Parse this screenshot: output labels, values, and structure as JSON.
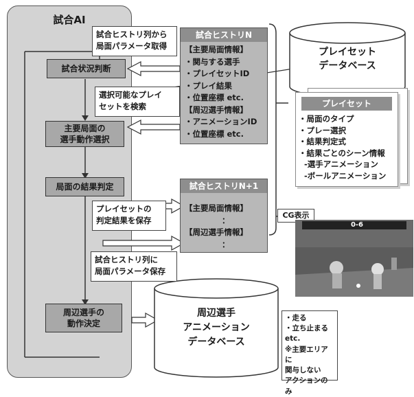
{
  "game_ai": {
    "title": "試合AI"
  },
  "steps": {
    "situation": "試合状況判断",
    "main_action": "主要局面の\n選手動作選択",
    "result": "局面の結果判定",
    "surrounding": "周辺選手の\n動作決定"
  },
  "notes": {
    "fetch_params": "試合ヒストリ列から\n局面パラメータ取得",
    "search_presets": "選択可能なプレイ\nセットを検索",
    "save_result": "プレイセットの\n判定結果を保存",
    "save_params": "試合ヒストリ列に\n局面パラメータ保存"
  },
  "history_n": {
    "title": "試合ヒストリN",
    "lines": [
      "【主要局面情報】",
      "・関与する選手",
      "・プレイセットID",
      "・プレイ結果",
      "・位置座標 etc.",
      "【周辺選手情報】",
      "・アニメーションID",
      "・位置座標 etc."
    ]
  },
  "history_n1": {
    "title": "試合ヒストリN+1",
    "lines": [
      "【主要局面情報】",
      "：",
      "【周辺選手情報】",
      "："
    ]
  },
  "playset_db": {
    "title": "プレイセット\nデータベース"
  },
  "playset": {
    "title": "プレイセット",
    "items": [
      "・局面のタイプ",
      "・プレー選択",
      "・結果判定式",
      "・結果ごとのシーン情報",
      "  -選手アニメーション",
      "  -ボールアニメーション"
    ]
  },
  "cg": {
    "label": "CG表示",
    "score": "0-6"
  },
  "anim_db": {
    "title": "周辺選手\nアニメーション\nデータベース"
  },
  "anim_notes": "・走る\n・立ち止まる\n  etc.\n※主要エリアに\n関与しない\nアクションのみ"
}
